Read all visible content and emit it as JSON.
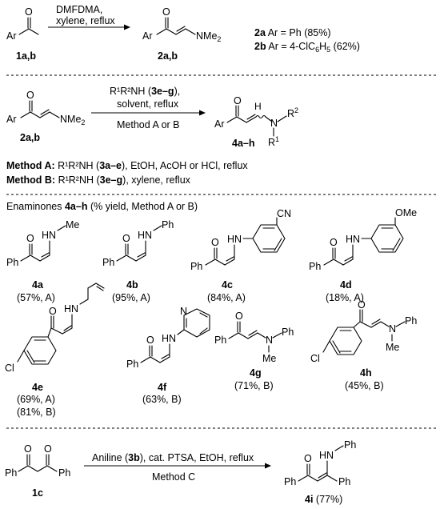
{
  "section1": {
    "sm_label": "1a,b",
    "reagents_top": "DMFDMA,",
    "reagents_bottom": "xylene, reflux",
    "prod_label": "2a,b",
    "legend": [
      {
        "id": "2a",
        "text": " Ar = Ph (85%)"
      },
      {
        "id": "2b",
        "text": " Ar = 4-ClC",
        "sub": "6",
        "text2": "H",
        "sub2": "5",
        "text3": " (62%)"
      }
    ]
  },
  "section2": {
    "sm_label": "2a,b",
    "reagent_amine": "R¹R²NH (",
    "reagent_amine_id": "3e–g",
    "reagent_amine_end": "),",
    "reagent_solvent": "solvent, reflux",
    "method_line": "Method A or B",
    "prod_label": "4a–h",
    "methodA_label": "Method A:",
    "methodA_a": " R¹R²NH (",
    "methodA_id": "3a–e",
    "methodA_b": "), EtOH, AcOH or HCl, reflux",
    "methodB_label": "Method B:",
    "methodB_a": " R¹R²NH (",
    "methodB_id": "3e–g",
    "methodB_b": "), xylene, reflux"
  },
  "section3": {
    "heading_a": "Enaminones ",
    "heading_id": "4a–h",
    "heading_b": " (% yield, Method A or B)",
    "compounds": [
      {
        "id": "4a",
        "yields": [
          "(57%, A)"
        ]
      },
      {
        "id": "4b",
        "yields": [
          "(95%, A)"
        ]
      },
      {
        "id": "4c",
        "yields": [
          "(84%, A)"
        ]
      },
      {
        "id": "4d",
        "yields": [
          "(18%, A)"
        ]
      },
      {
        "id": "4e",
        "yields": [
          "(69%, A)",
          "(81%, B)"
        ]
      },
      {
        "id": "4f",
        "yields": [
          "(63%, B)"
        ]
      },
      {
        "id": "4g",
        "yields": [
          "(71%, B)"
        ]
      },
      {
        "id": "4h",
        "yields": [
          "(45%, B)"
        ]
      }
    ]
  },
  "section4": {
    "sm_label": "1c",
    "reagent_a": "Aniline (",
    "reagent_id": "3b",
    "reagent_b": "), cat. PTSA, EtOH, reflux",
    "method_line": "Method C",
    "prod_id": "4i",
    "prod_yield": " (77%)"
  },
  "atoms": {
    "O": "O",
    "N": "N",
    "HN": "HN",
    "Ar": "Ar",
    "Ph": "Ph",
    "Me": "Me",
    "Cl": "Cl",
    "CN": "CN",
    "OMe": "OMe",
    "H": "H",
    "R": "R",
    "sup1": "1",
    "sup2": "2",
    "NMe": "NMe",
    "sub2": "2"
  }
}
